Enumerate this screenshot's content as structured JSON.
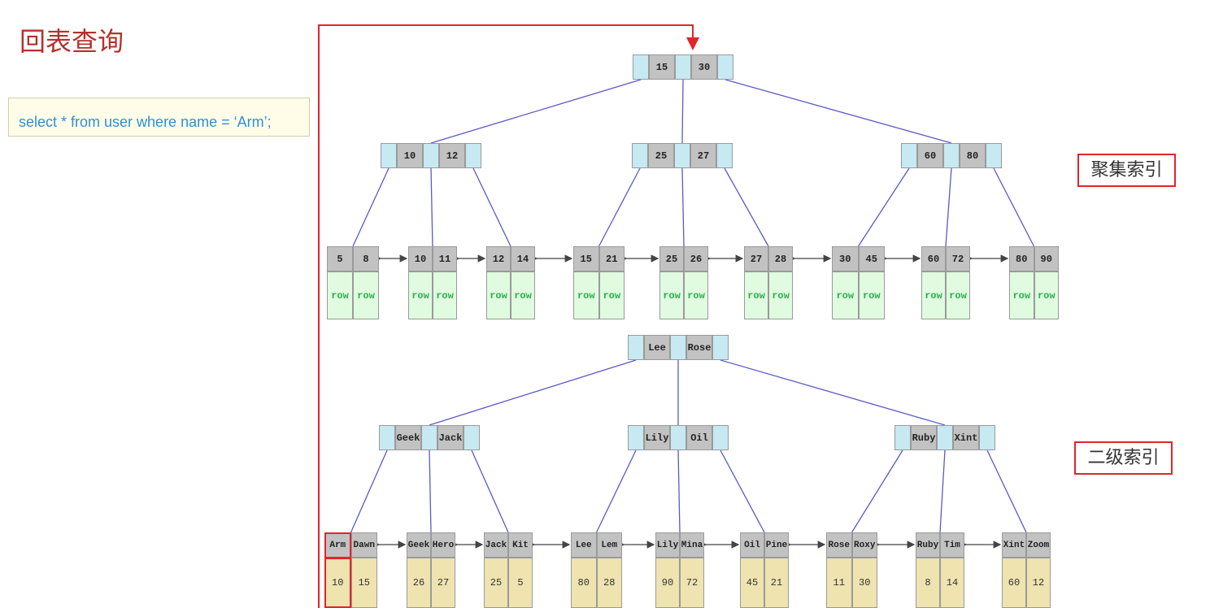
{
  "title": "回表查询",
  "sql": "select * from user where name = ‘Arm’;",
  "labels": {
    "clustered": "聚集索引",
    "secondary": "二级索引"
  },
  "colors": {
    "title": "#b5302a",
    "highlight": "#e0262b",
    "tree_edge": "#5a5ac8",
    "pointer": "#c6e9f2",
    "key": "#c2c2c2",
    "row": "#e0fbe0",
    "value": "#efe3b0"
  },
  "clustered": {
    "root": [
      "15",
      "30"
    ],
    "level2": [
      [
        "10",
        "12"
      ],
      [
        "25",
        "27"
      ],
      [
        "60",
        "80"
      ]
    ],
    "leaves": [
      [
        "5",
        "8"
      ],
      [
        "10",
        "11"
      ],
      [
        "12",
        "14"
      ],
      [
        "15",
        "21"
      ],
      [
        "25",
        "26"
      ],
      [
        "27",
        "28"
      ],
      [
        "30",
        "45"
      ],
      [
        "60",
        "72"
      ],
      [
        "80",
        "90"
      ]
    ],
    "row_label": "row"
  },
  "secondary": {
    "root": [
      "Lee",
      "Rose"
    ],
    "level2": [
      [
        "Geek",
        "Jack"
      ],
      [
        "Lily",
        "Oil"
      ],
      [
        "Ruby",
        "Xint"
      ]
    ],
    "leaves": [
      {
        "keys": [
          "Arm",
          "Dawn"
        ],
        "values": [
          "10",
          "15"
        ]
      },
      {
        "keys": [
          "Geek",
          "Hero"
        ],
        "values": [
          "26",
          "27"
        ]
      },
      {
        "keys": [
          "Jack",
          "Kit"
        ],
        "values": [
          "25",
          "5"
        ]
      },
      {
        "keys": [
          "Lee",
          "Lem"
        ],
        "values": [
          "80",
          "28"
        ]
      },
      {
        "keys": [
          "Lily",
          "Mina"
        ],
        "values": [
          "90",
          "72"
        ]
      },
      {
        "keys": [
          "Oil",
          "Pine"
        ],
        "values": [
          "45",
          "21"
        ]
      },
      {
        "keys": [
          "Rose",
          "Roxy"
        ],
        "values": [
          "11",
          "30"
        ]
      },
      {
        "keys": [
          "Ruby",
          "Tim"
        ],
        "values": [
          "8",
          "14"
        ]
      },
      {
        "keys": [
          "Xint",
          "Zoom"
        ],
        "values": [
          "60",
          "12"
        ]
      }
    ],
    "highlighted_key": "Arm"
  }
}
